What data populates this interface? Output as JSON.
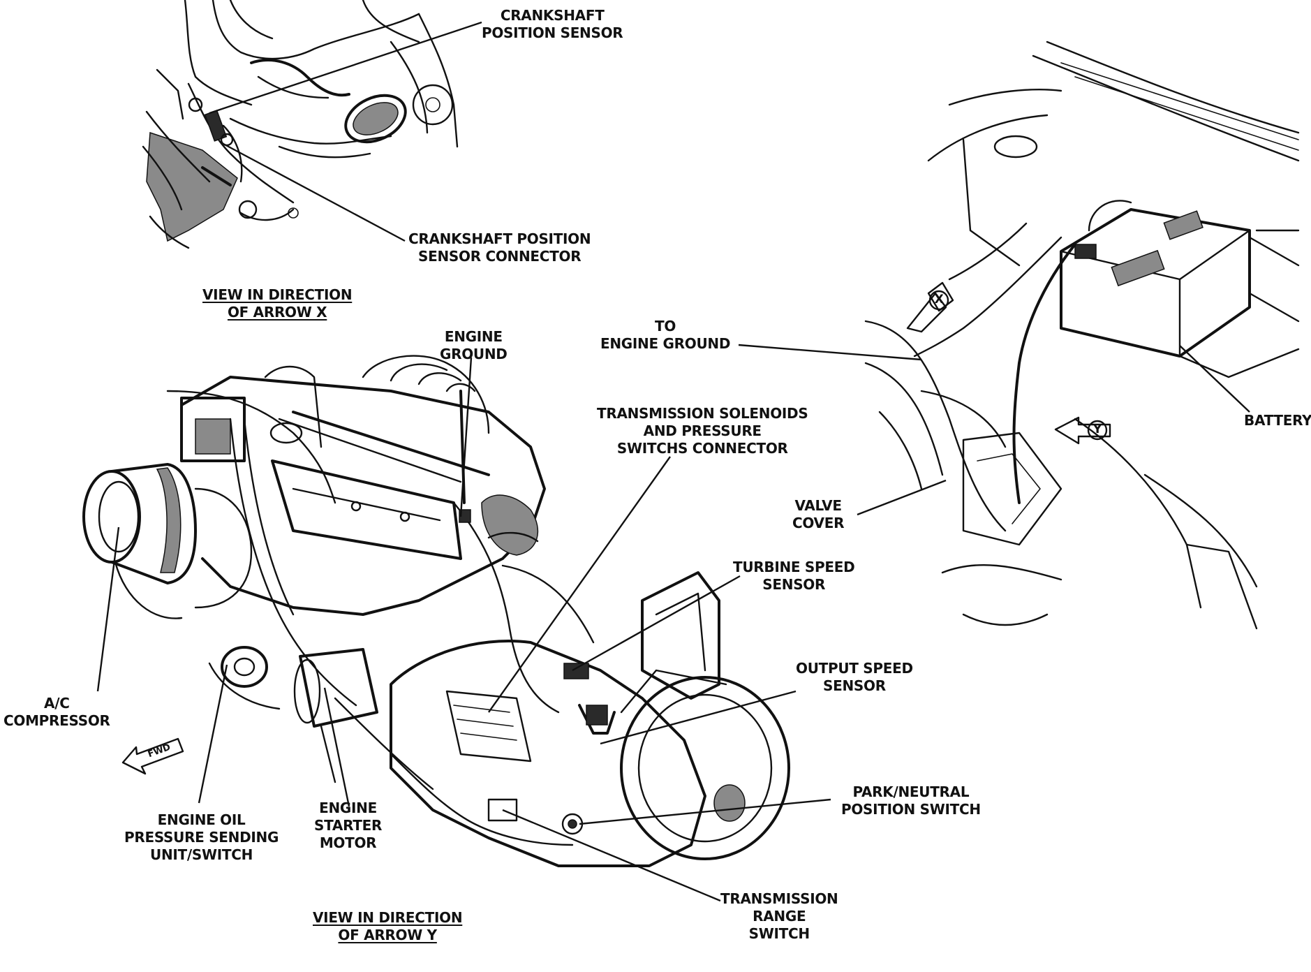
{
  "labels": {
    "crankshaft_position_sensor": [
      "CRANKSHAFT",
      "POSITION SENSOR"
    ],
    "crankshaft_position_sensor_connector": [
      "CRANKSHAFT POSITION",
      "SENSOR CONNECTOR"
    ],
    "view_arrow_x": [
      "VIEW IN DIRECTION",
      "OF ARROW X"
    ],
    "engine_ground": [
      "ENGINE",
      "GROUND"
    ],
    "to_engine_ground": [
      "TO",
      "ENGINE GROUND"
    ],
    "transmission_solenoids": [
      "TRANSMISSION SOLENOIDS",
      "AND PRESSURE",
      "SWITCHS CONNECTOR"
    ],
    "battery": [
      "BATTERY"
    ],
    "valve_cover": [
      "VALVE",
      "COVER"
    ],
    "turbine_speed_sensor": [
      "TURBINE SPEED",
      "SENSOR"
    ],
    "output_speed_sensor": [
      "OUTPUT SPEED",
      "SENSOR"
    ],
    "ac_compressor": [
      "A/C",
      "COMPRESSOR"
    ],
    "park_neutral": [
      "PARK/NEUTRAL",
      "POSITION SWITCH"
    ],
    "engine_oil": [
      "ENGINE OIL",
      "PRESSURE SENDING",
      "UNIT/SWITCH"
    ],
    "engine_starter": [
      "ENGINE",
      "STARTER",
      "MOTOR"
    ],
    "transmission_range": [
      "TRANSMISSION",
      "RANGE",
      "SWITCH"
    ],
    "view_arrow_y": [
      "VIEW IN DIRECTION",
      "OF ARROW Y"
    ]
  },
  "arrow_markers": {
    "x": "X",
    "y": "Y",
    "fwd": "FWD"
  }
}
